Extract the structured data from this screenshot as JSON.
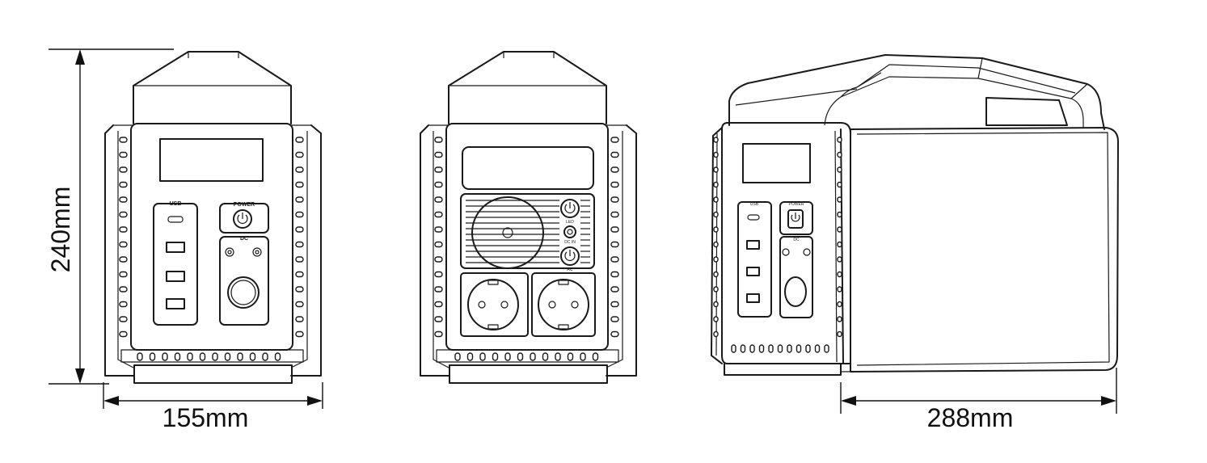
{
  "dimensions": {
    "height": "240mm",
    "width": "155mm",
    "depth": "288mm"
  },
  "front_panel": {
    "usb_label": "USB",
    "power_label": "POWER",
    "dc_label": "DC"
  },
  "back_panel": {
    "led_label": "LED",
    "dc_in_label": "DC IN",
    "ac_label": "AC"
  },
  "side_panel": {
    "usb_label": "USB",
    "power_label": "POWER",
    "dc_label": "DC"
  }
}
